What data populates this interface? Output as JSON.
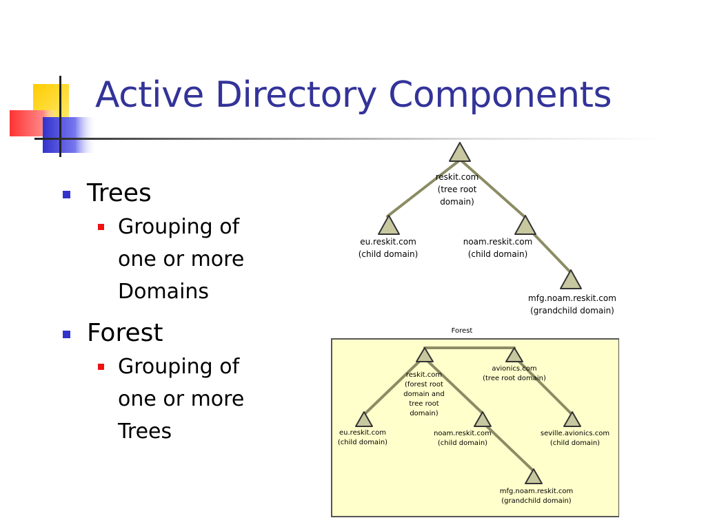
{
  "slide": {
    "title": "Active Directory Components",
    "bullets": [
      {
        "text": "Trees",
        "sub": [
          "Grouping of",
          "one or more",
          "Domains"
        ]
      },
      {
        "text": "Forest",
        "sub": [
          "Grouping of",
          "one or more",
          "Trees"
        ]
      }
    ]
  },
  "tree_diagram": {
    "root": [
      "reskit.com",
      "(tree root",
      "domain)"
    ],
    "child_left": [
      "eu.reskit.com",
      "(child domain)"
    ],
    "child_right": [
      "noam.reskit.com",
      "(child domain)"
    ],
    "grandchild": [
      "mfg.noam.reskit.com",
      "(grandchild domain)"
    ]
  },
  "forest_diagram": {
    "title": "Forest",
    "root_a": [
      "reskit.com",
      "(forest root",
      "domain and",
      "tree root",
      "domain)"
    ],
    "root_b": [
      "avionics.com",
      "(tree root domain)"
    ],
    "child_eu": [
      "eu.reskit.com",
      "(child domain)"
    ],
    "child_noam": [
      "noam.reskit.com",
      "(child domain)"
    ],
    "child_seville": [
      "seville.avionics.com",
      "(child domain)"
    ],
    "grandchild": [
      "mfg.noam.reskit.com",
      "(grandchild domain)"
    ]
  },
  "colors": {
    "title": "#333399",
    "bullet_l1": "#3333cc",
    "bullet_l2": "#ee1111",
    "triangle_fill": "#c8c8a0",
    "line": "#8c8c64",
    "forest_bg": "#ffffcc"
  }
}
